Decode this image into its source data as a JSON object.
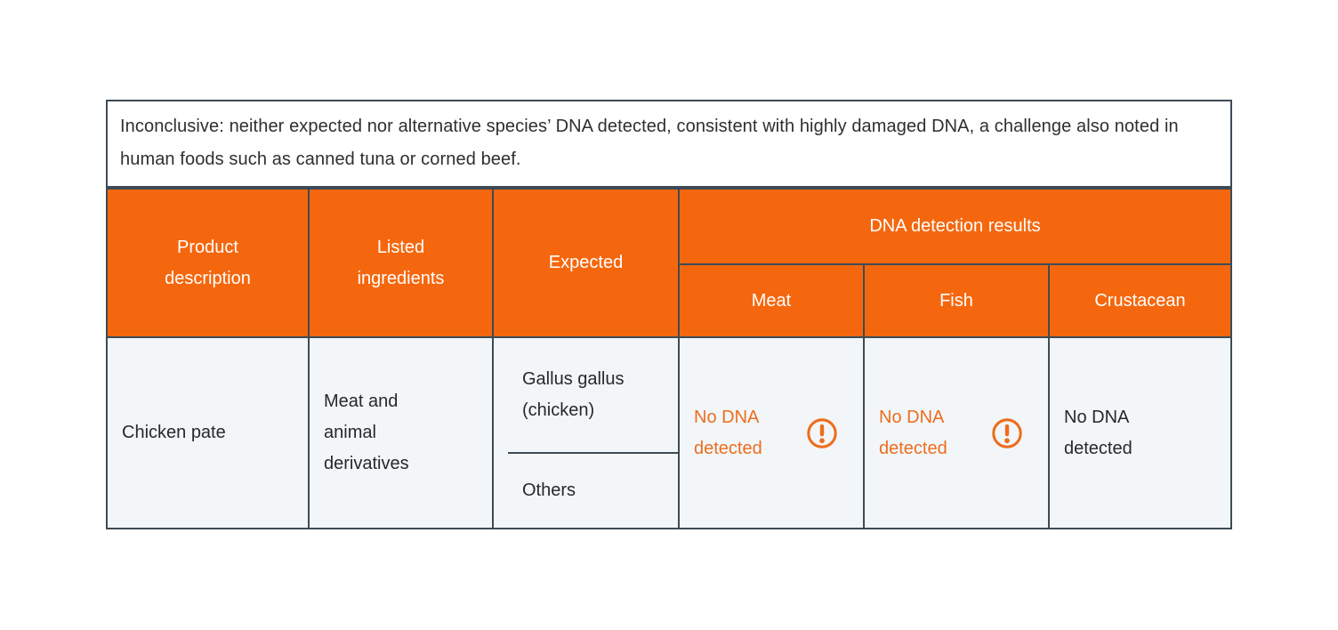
{
  "colors": {
    "orange": "#f5670e",
    "orange_text": "#ee6d1d",
    "border": "#3d4b55",
    "cell_bg": "#f2f6f9",
    "page_bg": "#ffffff",
    "header_text": "#ffffff",
    "body_text": "#26292b"
  },
  "note": {
    "text": "Inconclusive: neither expected nor alternative species’ DNA detected, consistent with highly damaged DNA, a challenge also noted in human foods such as canned tuna or corned beef."
  },
  "table": {
    "headers": {
      "product": "Product description",
      "ingredients": "Listed ingredients",
      "expected": "Expected",
      "dna_group": "DNA detection results",
      "meat": "Meat",
      "fish": "Fish",
      "crustacean": "Crustacean"
    },
    "row": {
      "product": "Chicken pate",
      "ingredients": "Meat and animal derivatives",
      "expected_primary": "Gallus gallus (chicken)",
      "expected_secondary": "Others",
      "meat_result": "No DNA detected",
      "meat_has_warning": true,
      "fish_result": "No DNA detected",
      "fish_has_warning": true,
      "crustacean_result": "No DNA detected",
      "crustacean_has_warning": false
    }
  },
  "icons": {
    "warning": "exclamation-circle-icon"
  }
}
